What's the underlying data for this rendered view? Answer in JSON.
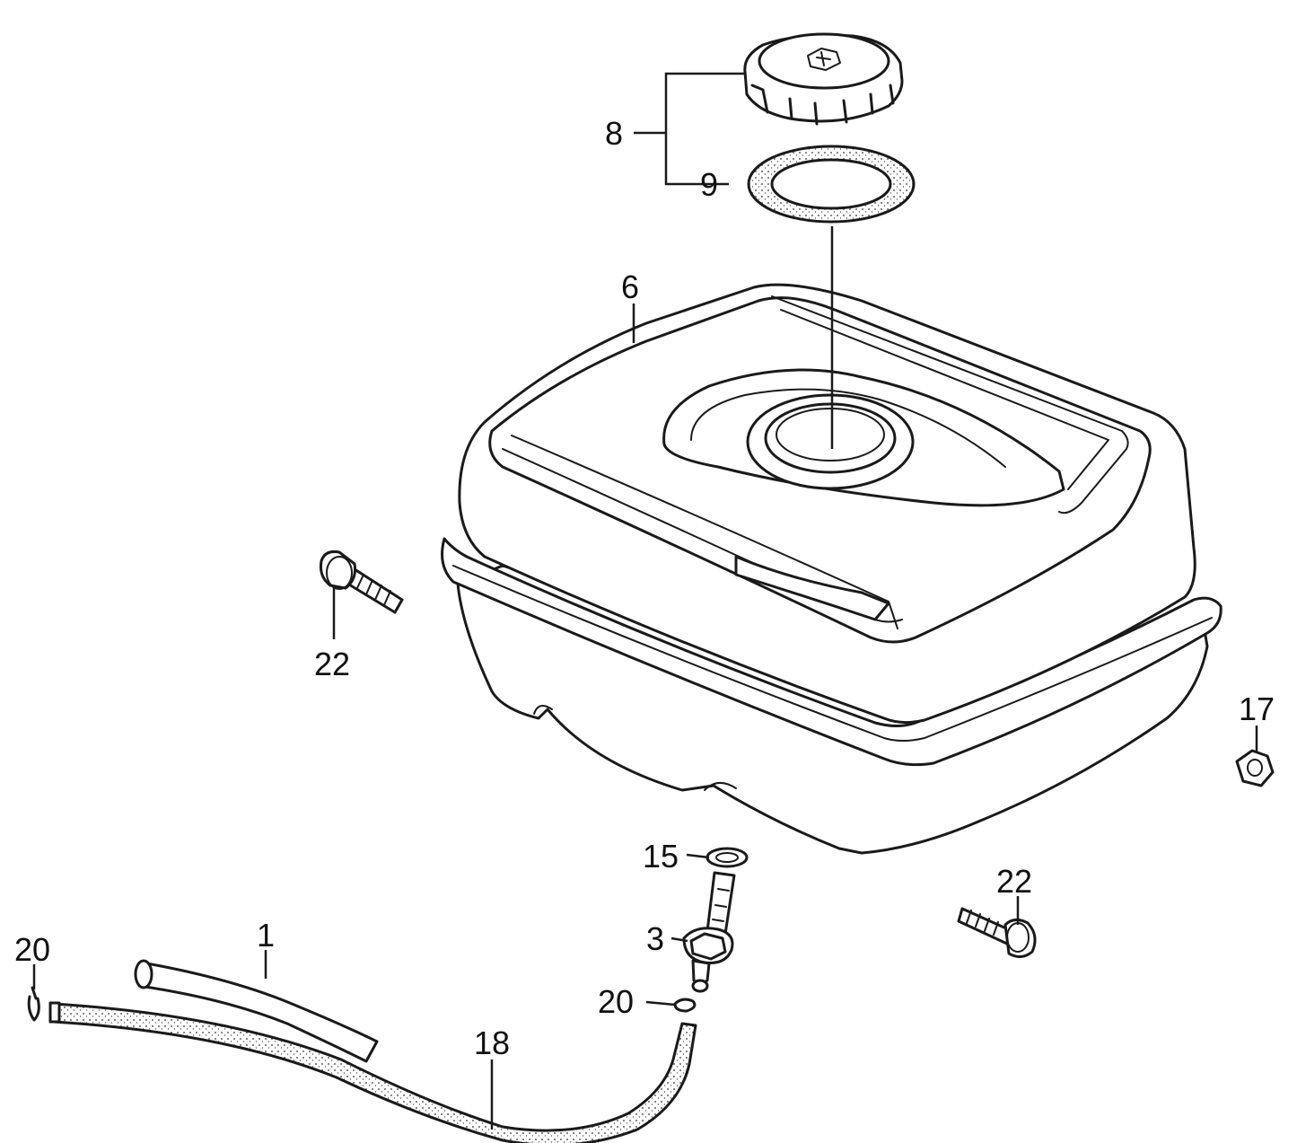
{
  "labels": {
    "p1": "1",
    "p3": "3",
    "p6": "6",
    "p8": "8",
    "p9": "9",
    "p15": "15",
    "p17": "17",
    "p18": "18",
    "p20a": "20",
    "p20b": "20",
    "p22a": "22",
    "p22b": "22"
  }
}
